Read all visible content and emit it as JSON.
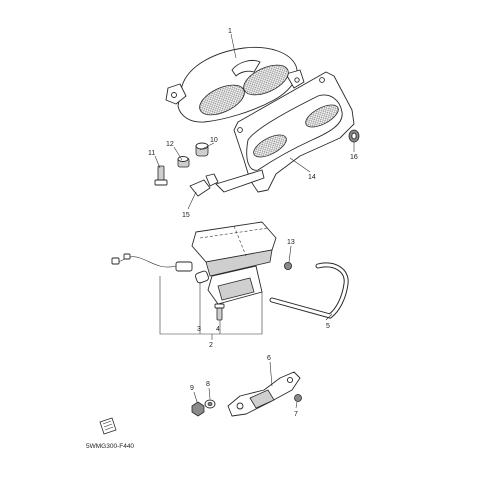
{
  "diagram": {
    "callouts": [
      "1",
      "2",
      "3",
      "4",
      "5",
      "6",
      "7",
      "8",
      "9",
      "10",
      "11",
      "12",
      "13",
      "14",
      "15",
      "16"
    ],
    "drawing_code": "5WMG300-F440"
  }
}
